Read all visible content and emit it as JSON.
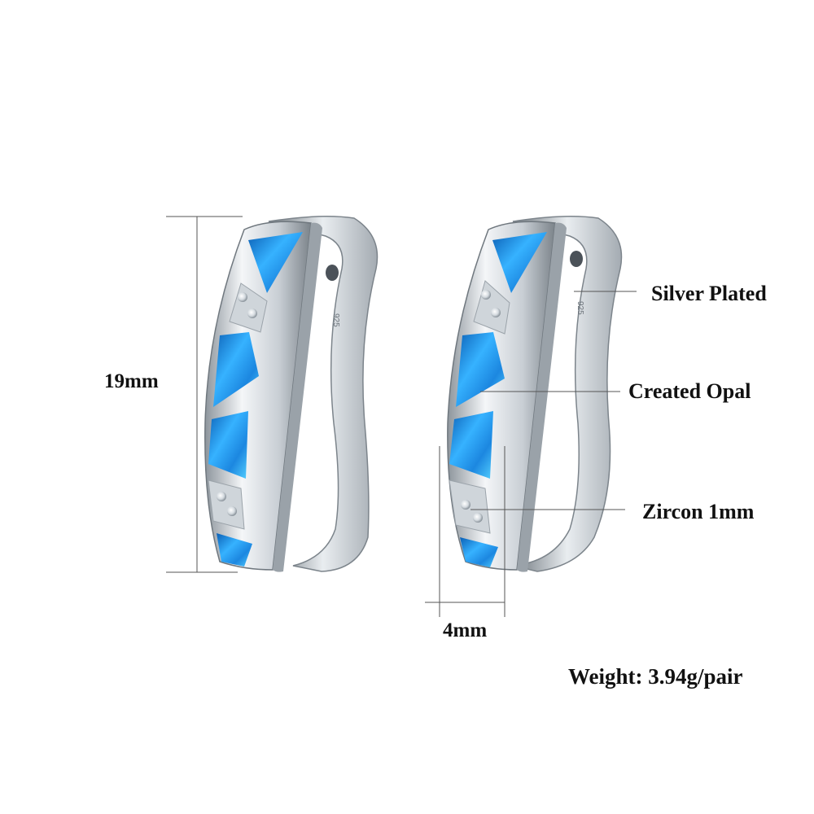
{
  "product": {
    "subject": "pair of opal hoop earrings",
    "stamp_mark": "925"
  },
  "dimensions": {
    "height": "19mm",
    "width": "4mm"
  },
  "callouts": {
    "material": "Silver Plated",
    "stone": "Created Opal",
    "accent": "Zircon 1mm"
  },
  "weight": "Weight: 3.94g/pair",
  "colors": {
    "background": "#ffffff",
    "silver": "#d8dde2",
    "opal": "#1e8fe0",
    "text": "#111111",
    "guide_line": "#555555"
  }
}
